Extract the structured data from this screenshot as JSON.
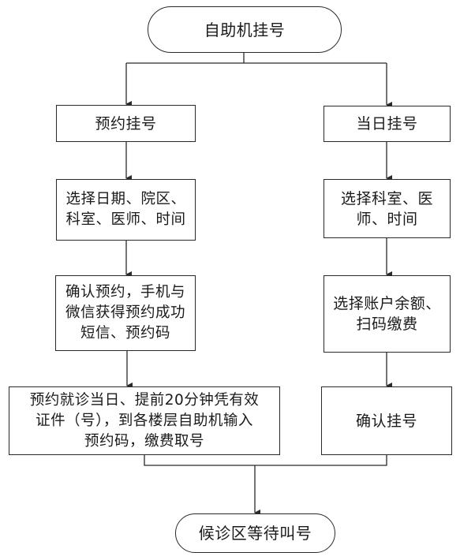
{
  "diagram": {
    "type": "flowchart",
    "nodes": {
      "start": {
        "shape": "terminator",
        "label": "自助机挂号"
      },
      "appointment": {
        "shape": "process",
        "label": "预约挂号"
      },
      "same_day": {
        "shape": "process",
        "label": "当日挂号"
      },
      "appt_select": {
        "shape": "process",
        "label": "选择日期、院区、\n科室、医师、时间"
      },
      "same_day_select": {
        "shape": "process",
        "label": "选择科室、医\n师、时间"
      },
      "appt_confirm": {
        "shape": "process",
        "label": "确认预约，手机与\n微信获得预约成功\n短信、预约码"
      },
      "same_day_pay": {
        "shape": "process",
        "label": "选择账户余额、\n扫码缴费"
      },
      "appt_visit": {
        "shape": "process",
        "label": "预约就诊当日、提前20分钟凭有效\n证件（号），到各楼层自助机输入\n预约码，缴费取号"
      },
      "same_day_confirm": {
        "shape": "process",
        "label": "确认挂号"
      },
      "end": {
        "shape": "terminator",
        "label": "候诊区等待叫号"
      }
    },
    "edges": [
      {
        "from": "start",
        "to": "appointment"
      },
      {
        "from": "start",
        "to": "same_day"
      },
      {
        "from": "appointment",
        "to": "appt_select"
      },
      {
        "from": "appt_select",
        "to": "appt_confirm"
      },
      {
        "from": "appt_confirm",
        "to": "appt_visit"
      },
      {
        "from": "same_day",
        "to": "same_day_select"
      },
      {
        "from": "same_day_select",
        "to": "same_day_pay"
      },
      {
        "from": "same_day_pay",
        "to": "same_day_confirm"
      },
      {
        "from": "appt_visit",
        "to": "end"
      },
      {
        "from": "same_day_confirm",
        "to": "end"
      }
    ],
    "colors": {
      "line": "#2a2a2a",
      "box_fill": "#ffffff",
      "text": "#1a1a1a"
    }
  }
}
